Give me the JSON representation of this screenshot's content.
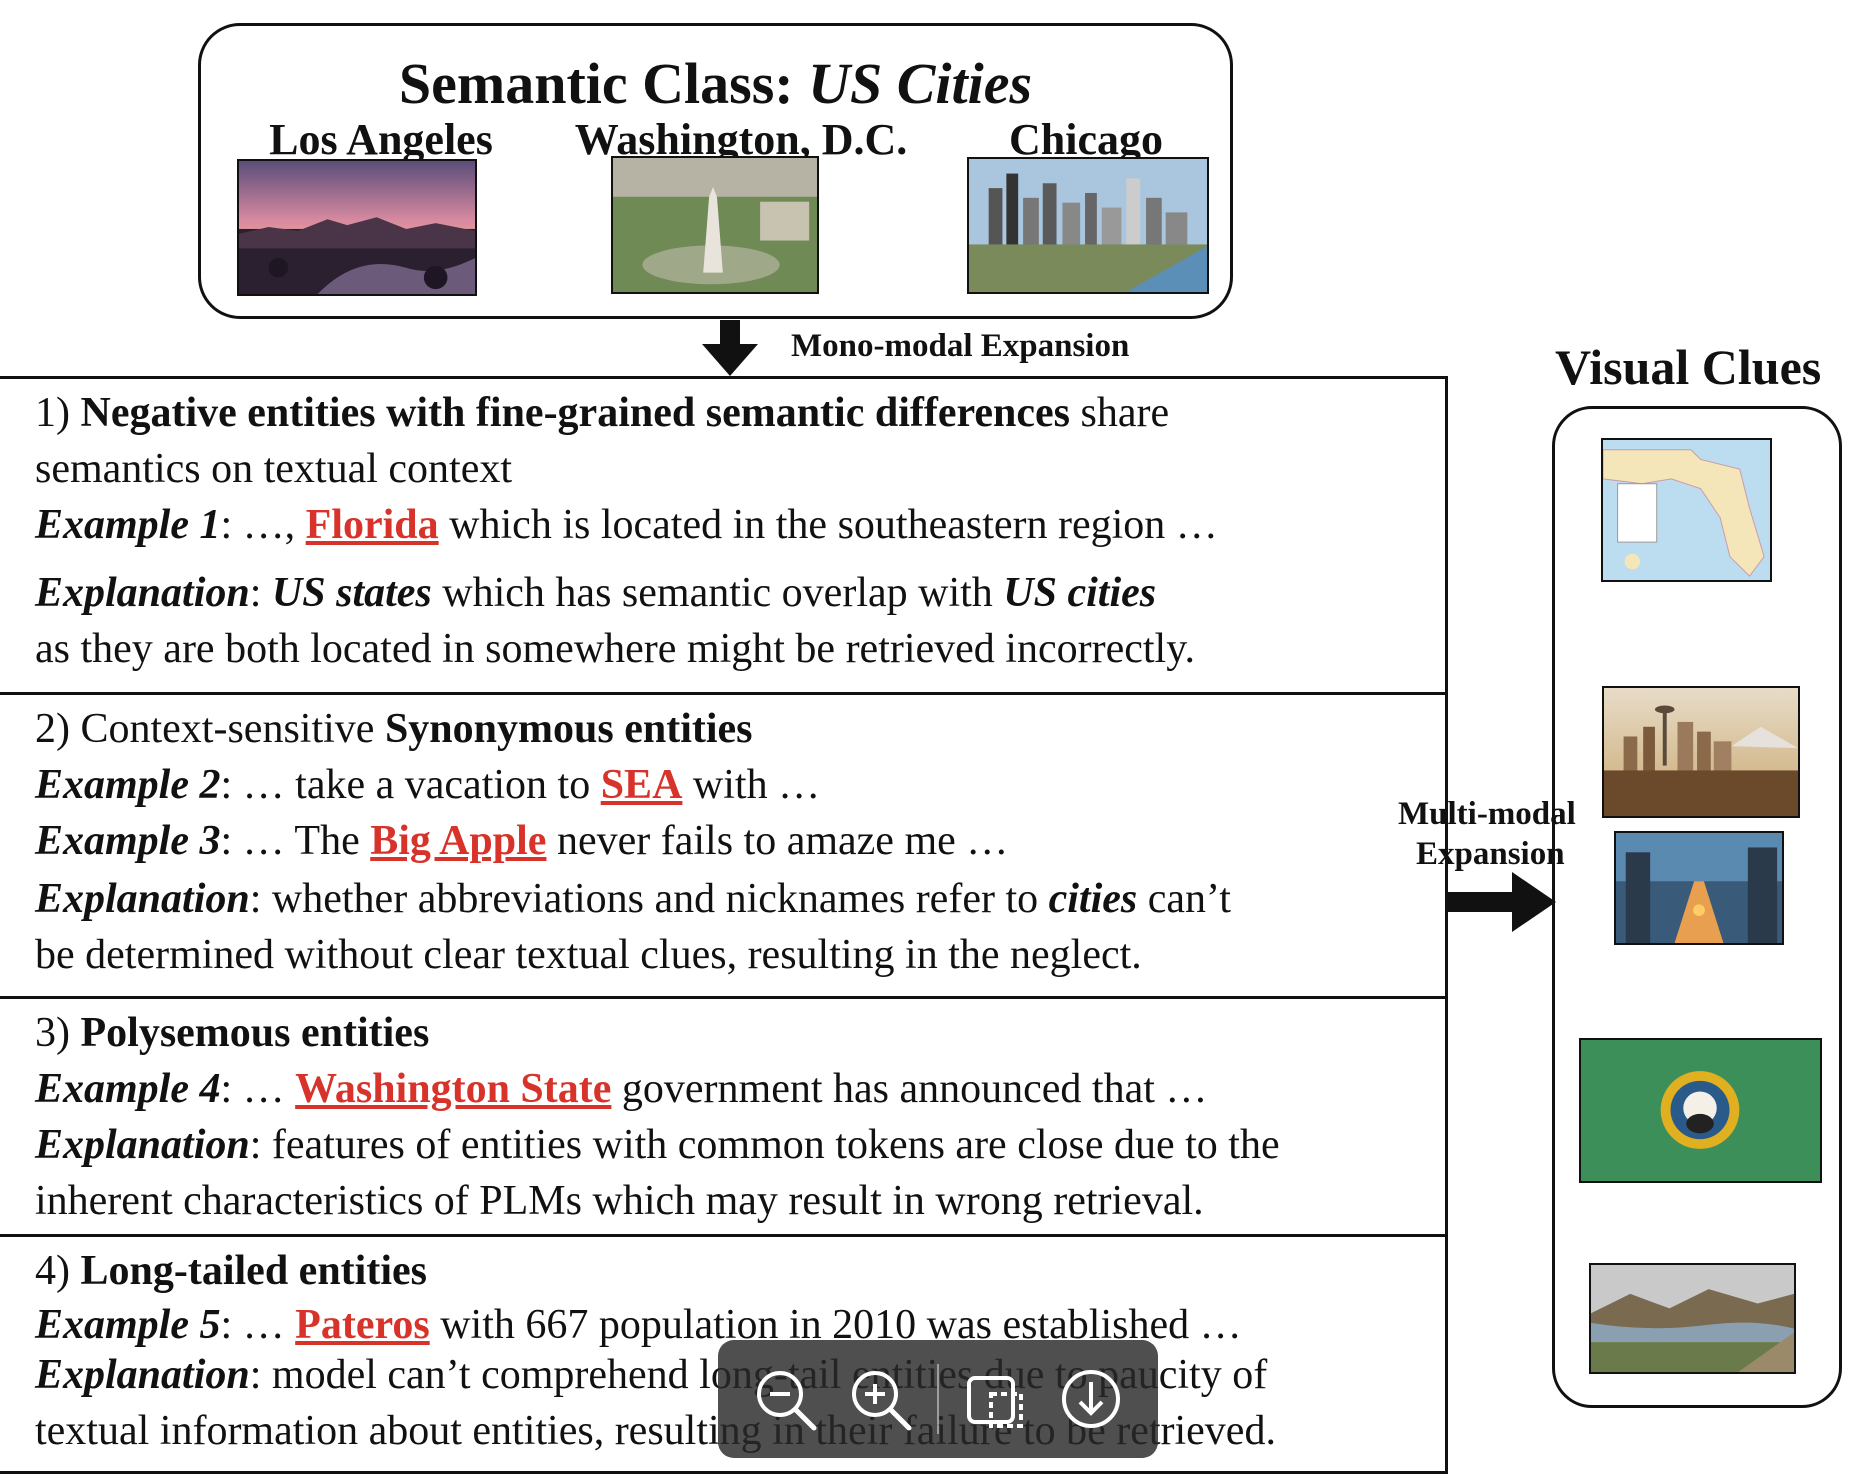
{
  "top": {
    "title_prefix": "Semantic Class: ",
    "title_class": "US Cities",
    "cities": [
      "Los Angeles",
      "Washington, D.C.",
      "Chicago"
    ]
  },
  "mono_label": "Mono-modal Expansion",
  "multi_label_1": "Multi-modal",
  "multi_label_2": "Expansion",
  "clues_title": "Visual Clues",
  "s1": {
    "l1_num": "1) ",
    "l1_bold": "Negative entities with fine-grained semantic differences",
    "l1_rest": " share",
    "l2": "semantics on textual context",
    "l3_ex": "Example 1",
    "l3_pre": ": …, ",
    "l3_ent": "Florida",
    "l3_post": " which is located in the southeastern region …",
    "l4_ex": "Explanation",
    "l4_a": ": ",
    "l4_b": "US states",
    "l4_c": " which has semantic overlap with ",
    "l4_d": "US cities",
    "l5": "as they are both located in somewhere might be retrieved incorrectly."
  },
  "s2": {
    "l1_a": "2) Context-sensitive ",
    "l1_b": "Synonymous entities",
    "l2_ex": "Example 2",
    "l2_pre": ": … take a vacation to ",
    "l2_ent": "SEA",
    "l2_post": " with …",
    "l3_ex": "Example 3",
    "l3_pre": ": … The ",
    "l3_ent": "Big Apple",
    "l3_post": " never fails to amaze me …",
    "l4_ex": "Explanation",
    "l4_a": ": whether abbreviations and nicknames refer to ",
    "l4_b": "cities",
    "l4_c": " can’t",
    "l5": "be determined without clear textual clues, resulting in the neglect."
  },
  "s3": {
    "l1_a": "3) ",
    "l1_b": "Polysemous entities",
    "l2_ex": "Example 4",
    "l2_pre": ": … ",
    "l2_ent": "Washington State",
    "l2_post": " government has announced that …",
    "l3_ex": "Explanation",
    "l3_post": ": features of entities with common tokens are close due to the",
    "l4": "inherent characteristics of PLMs which may result in wrong retrieval."
  },
  "s4": {
    "l1_a": "4) ",
    "l1_b": "Long-tailed entities",
    "l2_ex": "Example 5",
    "l2_pre": ": … ",
    "l2_ent": "Pateros",
    "l2_post": " with 667 population in 2010 was established …",
    "l3_ex": "Explanation",
    "l3_post": ": model can’t comprehend long-tail entities due to paucity of",
    "l4": "textual information about entities, resulting in their failure to be retrieved."
  },
  "toolbar_icons": [
    "zoom-out-icon",
    "zoom-in-icon",
    "crop-icon",
    "download-icon"
  ]
}
